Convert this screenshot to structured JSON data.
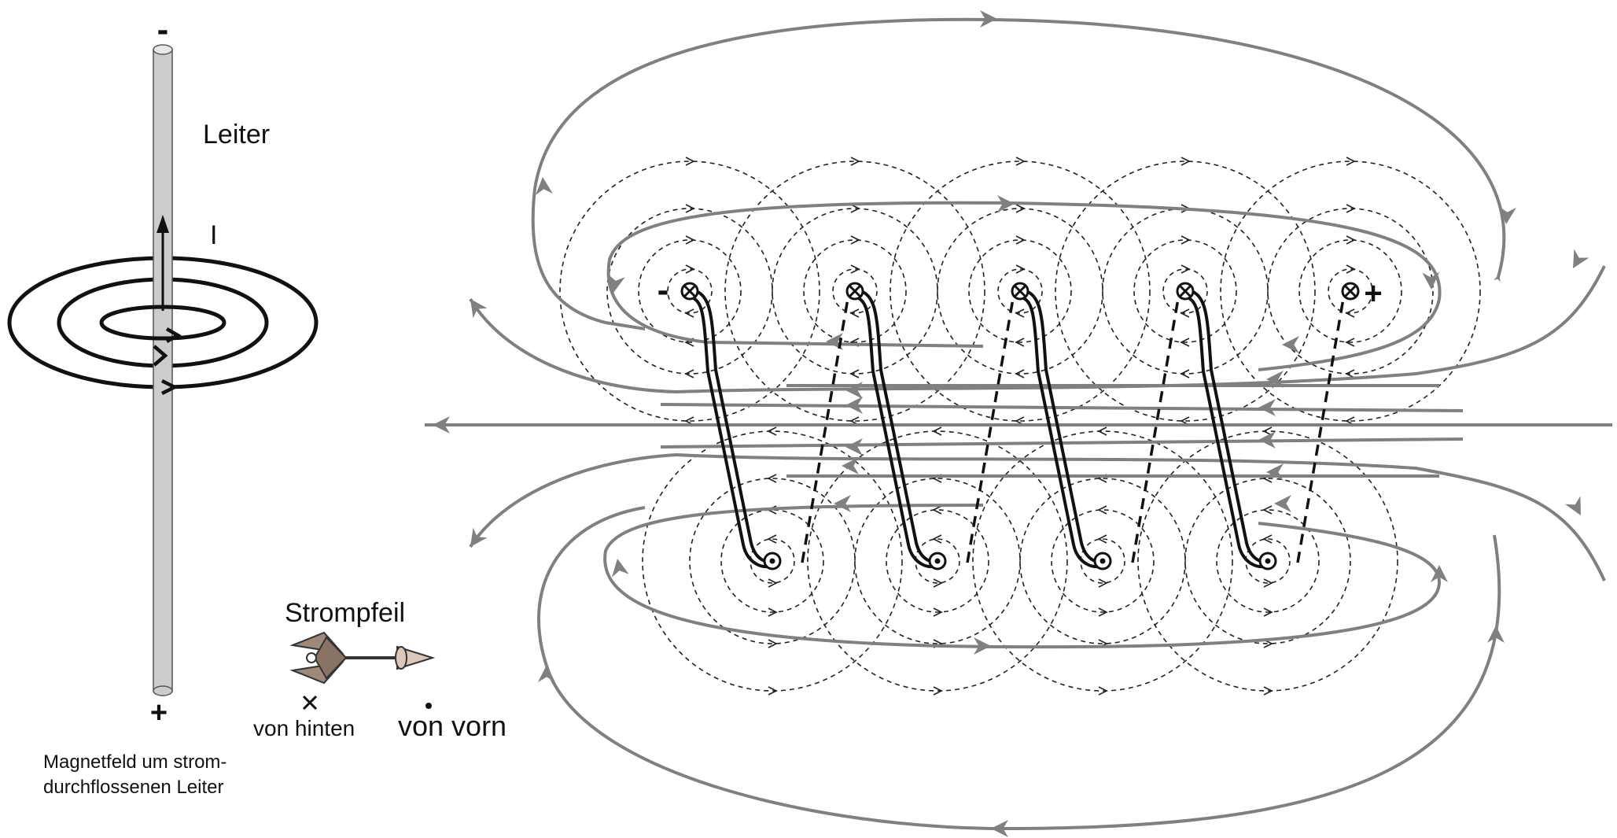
{
  "labels": {
    "conductor": "Leiter",
    "current": "I",
    "minus_top": "-",
    "plus_bottom": "+",
    "caption_line1": "Magnetfeld um strom-",
    "caption_line2": "durchflossenen Leiter",
    "arrow_title": "Strompfeil",
    "from_behind": "von hinten",
    "from_front": "von vorn",
    "coil_minus": "-",
    "coil_plus": "+"
  },
  "colors": {
    "field_line": "#808080",
    "wire": "#111111",
    "conductor_fill": "#cccccc",
    "feather": "#a08878",
    "tip": "#dcc8b8"
  },
  "legend_symbols": {
    "from_behind": "cross-in-circle",
    "from_front": "dot-in-circle"
  }
}
